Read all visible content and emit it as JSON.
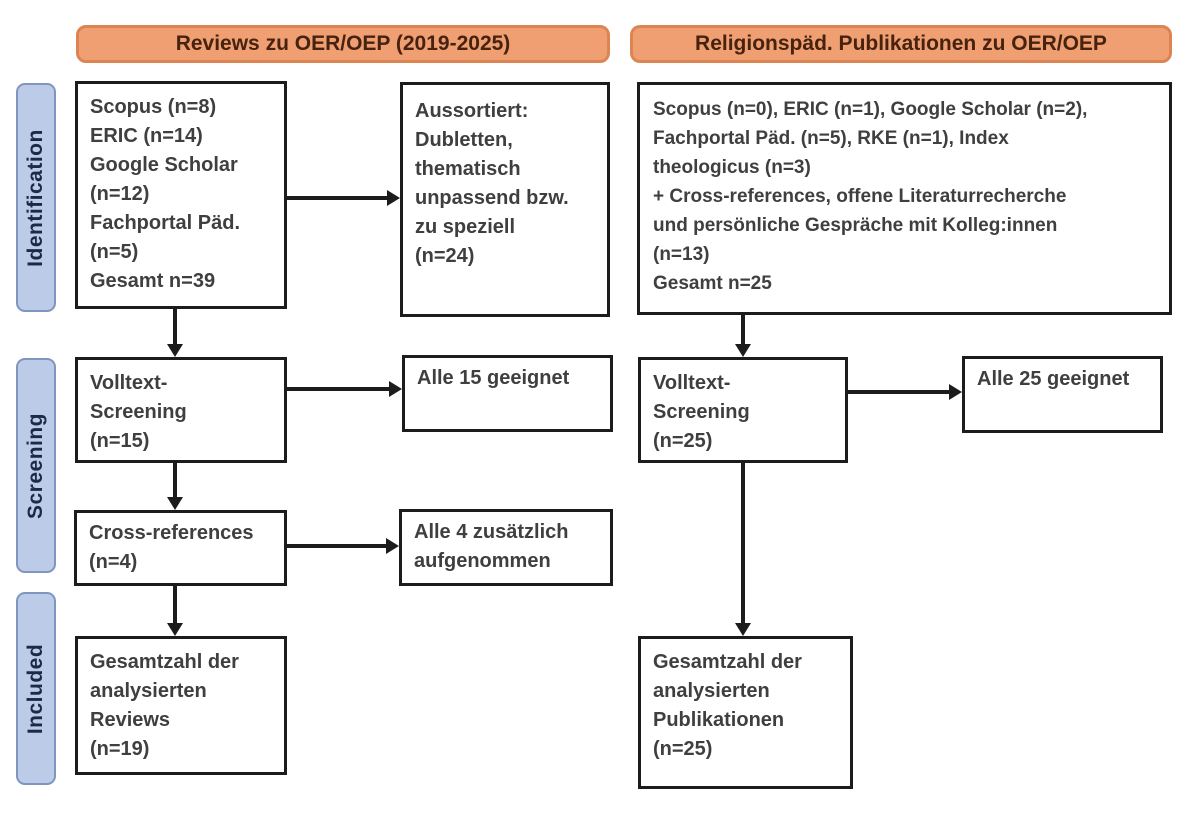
{
  "diagram_title": "PRISMA-style literature flow diagram",
  "colors": {
    "header_fill": "#EF9F72",
    "header_border": "#DD8552",
    "header_text": "#47230F",
    "stage_fill": "#BBCBE8",
    "stage_border": "#8096BE",
    "stage_text": "#1E2A45",
    "box_border": "#1C1C1C",
    "box_text": "#3F3F3F",
    "arrow": "#1C1C1C",
    "background": "#FFFFFF"
  },
  "headers": {
    "left": "Reviews zu OER/OEP (2019-2025)",
    "right": "Religionspäd. Publikationen zu OER/OEP"
  },
  "stages": {
    "identification": "Identification",
    "screening": "Screening",
    "included": "Included"
  },
  "boxes": {
    "left_sources": "Scopus (n=8)\nERIC (n=14)\nGoogle Scholar\n(n=12)\nFachportal Päd.\n(n=5)\nGesamt n=39",
    "left_excluded": "Aussortiert:\nDubletten,\nthematisch\nunpassend bzw.\nzu speziell\n(n=24)",
    "left_fulltext": "Volltext-\nScreening\n(n=15)",
    "left_fulltext_result": "Alle 15 geeignet",
    "left_crossref": "Cross-references\n(n=4)",
    "left_crossref_result": "Alle 4 zusätzlich\naufgenommen",
    "left_included": "Gesamtzahl der\nanalysierten\nReviews\n(n=19)",
    "right_sources": "Scopus (n=0), ERIC (n=1), Google Scholar (n=2),\nFachportal Päd. (n=5), RKE (n=1), Index\ntheologicus (n=3)\n+ Cross-references, offene Literaturrecherche\nund persönliche Gespräche mit Kolleg:innen\n(n=13)\nGesamt n=25",
    "right_fulltext": "Volltext-\nScreening\n(n=25)",
    "right_fulltext_result": "Alle 25 geeignet",
    "right_included": "Gesamtzahl der\nanalysierten\nPublikationen\n(n=25)"
  }
}
